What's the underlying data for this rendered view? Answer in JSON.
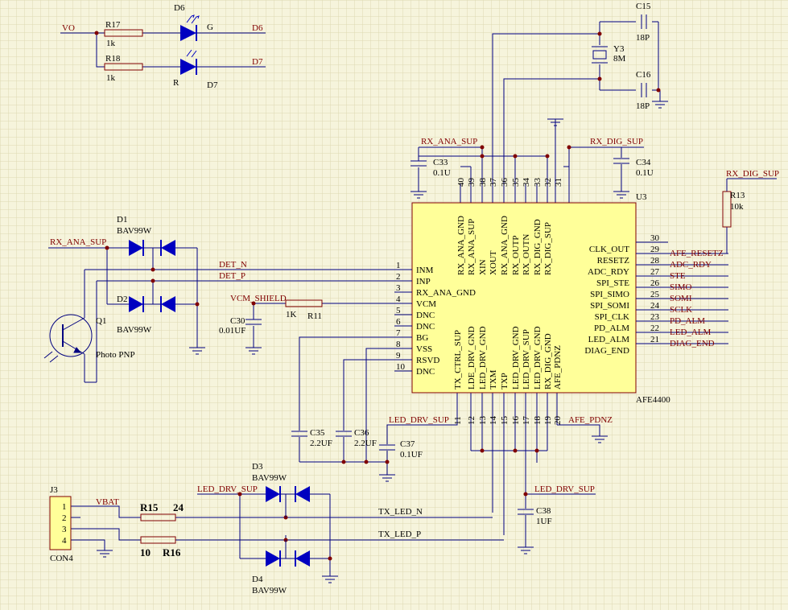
{
  "colors": {
    "background": "#f6f4dc",
    "grid": "#ddd9b2",
    "wire": "#000080",
    "label": "#800000",
    "designator": "#000000",
    "component_fill": "#ffff99",
    "component_border": "#800000",
    "led_fill": "#0000c0"
  },
  "nets": {
    "vo": "VO",
    "d6": "D6",
    "d7": "D7",
    "rx_ana_sup_left": "RX_ANA_SUP",
    "det_n": "DET_N",
    "det_p": "DET_P",
    "vcm_shield": "VCM_SHIELD",
    "rx_ana_sup_top": "RX_ANA_SUP",
    "rx_dig_sup_top": "RX_DIG_SUP",
    "rx_dig_sup_right": "RX_DIG_SUP",
    "afe_resetz": "AFE_RESETZ",
    "adc_rdy": "ADC_RDY",
    "ste": "STE",
    "simo": "SIMO",
    "somi": "SOMI",
    "sclk": "SCLK",
    "pd_alm": "PD_ALM",
    "led_alm": "LED_ALM",
    "diag_end": "DIAG_END",
    "led_drv_sup_mid": "LED_DRV_SUP",
    "afe_pdnz": "AFE_PDNZ",
    "led_drv_sup_bottom": "LED_DRV_SUP",
    "led_drv_sup_left": "LED_DRV_SUP",
    "vbat": "VBAT",
    "tx_led_n": "TX_LED_N",
    "tx_led_p": "TX_LED_P"
  },
  "components": {
    "r17": {
      "ref": "R17",
      "value": "1k"
    },
    "r18": {
      "ref": "R18",
      "value": "1k"
    },
    "d6": {
      "ref": "D6",
      "color": "G"
    },
    "d7": {
      "ref": "D7",
      "color": "R"
    },
    "y3": {
      "ref": "Y3",
      "value": "8M"
    },
    "c15": {
      "ref": "C15",
      "value": "18P"
    },
    "c16": {
      "ref": "C16",
      "value": "18P"
    },
    "d1": {
      "ref": "D1",
      "value": "BAV99W"
    },
    "d2": {
      "ref": "D2",
      "value": "BAV99W"
    },
    "q1": {
      "ref": "Q1",
      "value": "Photo PNP"
    },
    "c33": {
      "ref": "C33",
      "value": "0.1U"
    },
    "c34": {
      "ref": "C34",
      "value": "0.1U"
    },
    "r13": {
      "ref": "R13",
      "value": "10k"
    },
    "c30": {
      "ref": "C30",
      "value": "0.01UF"
    },
    "r11": {
      "ref": "R11",
      "value": "1K"
    },
    "c35": {
      "ref": "C35",
      "value": "2.2UF"
    },
    "c36": {
      "ref": "C36",
      "value": "2.2UF"
    },
    "c37": {
      "ref": "C37",
      "value": "0.1UF"
    },
    "c38": {
      "ref": "C38",
      "value": "1UF"
    },
    "d3": {
      "ref": "D3",
      "value": "BAV99W"
    },
    "d4": {
      "ref": "D4",
      "value": "BAV99W"
    },
    "j3": {
      "ref": "J3",
      "value": "CON4",
      "pins": [
        "1",
        "2",
        "3",
        "4"
      ]
    },
    "r15": {
      "ref": "R15",
      "value": "24"
    },
    "r16": {
      "ref": "R16",
      "value": "10"
    }
  },
  "u3": {
    "ref": "U3",
    "part": "AFE4400",
    "left_pins": [
      {
        "num": "1",
        "name": "INM"
      },
      {
        "num": "2",
        "name": "INP"
      },
      {
        "num": "3",
        "name": "RX_ANA_GND"
      },
      {
        "num": "4",
        "name": "VCM"
      },
      {
        "num": "5",
        "name": "DNC"
      },
      {
        "num": "6",
        "name": "DNC"
      },
      {
        "num": "7",
        "name": "BG"
      },
      {
        "num": "8",
        "name": "VSS"
      },
      {
        "num": "9",
        "name": "RSVD"
      },
      {
        "num": "10",
        "name": "DNC"
      }
    ],
    "right_pins": [
      {
        "num": "30",
        "name": "CLK_OUT"
      },
      {
        "num": "29",
        "name": "RESETZ"
      },
      {
        "num": "28",
        "name": "ADC_RDY"
      },
      {
        "num": "27",
        "name": "SPI_STE"
      },
      {
        "num": "26",
        "name": "SPI_SIMO"
      },
      {
        "num": "25",
        "name": "SPI_SOMI"
      },
      {
        "num": "24",
        "name": "SPI_CLK"
      },
      {
        "num": "23",
        "name": "PD_ALM"
      },
      {
        "num": "22",
        "name": "LED_ALM"
      },
      {
        "num": "21",
        "name": "DIAG_END"
      }
    ],
    "top_pins": [
      {
        "num": "40",
        "name": "RX_ANA_GND"
      },
      {
        "num": "39",
        "name": "RX_ANA_SUP"
      },
      {
        "num": "38",
        "name": "XIN"
      },
      {
        "num": "37",
        "name": "XOUT"
      },
      {
        "num": "36",
        "name": "RX_ANA_GND"
      },
      {
        "num": "35",
        "name": "RX_OUTP"
      },
      {
        "num": "34",
        "name": "RX_OUTN"
      },
      {
        "num": "33",
        "name": "RX_DIG_GND"
      },
      {
        "num": "32",
        "name": "RX_DIG_SUP"
      },
      {
        "num": "31",
        "name": ""
      }
    ],
    "bottom_pins": [
      {
        "num": "11",
        "name": "TX_CTRL_SUP"
      },
      {
        "num": "12",
        "name": "LDE_DRV_GND"
      },
      {
        "num": "13",
        "name": "LED_DRV_GND"
      },
      {
        "num": "14",
        "name": "TXM"
      },
      {
        "num": "15",
        "name": "TXP"
      },
      {
        "num": "16",
        "name": "LED_DRV_GND"
      },
      {
        "num": "17",
        "name": "LED_DRV_SUP"
      },
      {
        "num": "18",
        "name": "LED_DRV_GND"
      },
      {
        "num": "19",
        "name": "RX_DIG_GND"
      },
      {
        "num": "20",
        "name": "AFE_PDNZ"
      }
    ]
  }
}
